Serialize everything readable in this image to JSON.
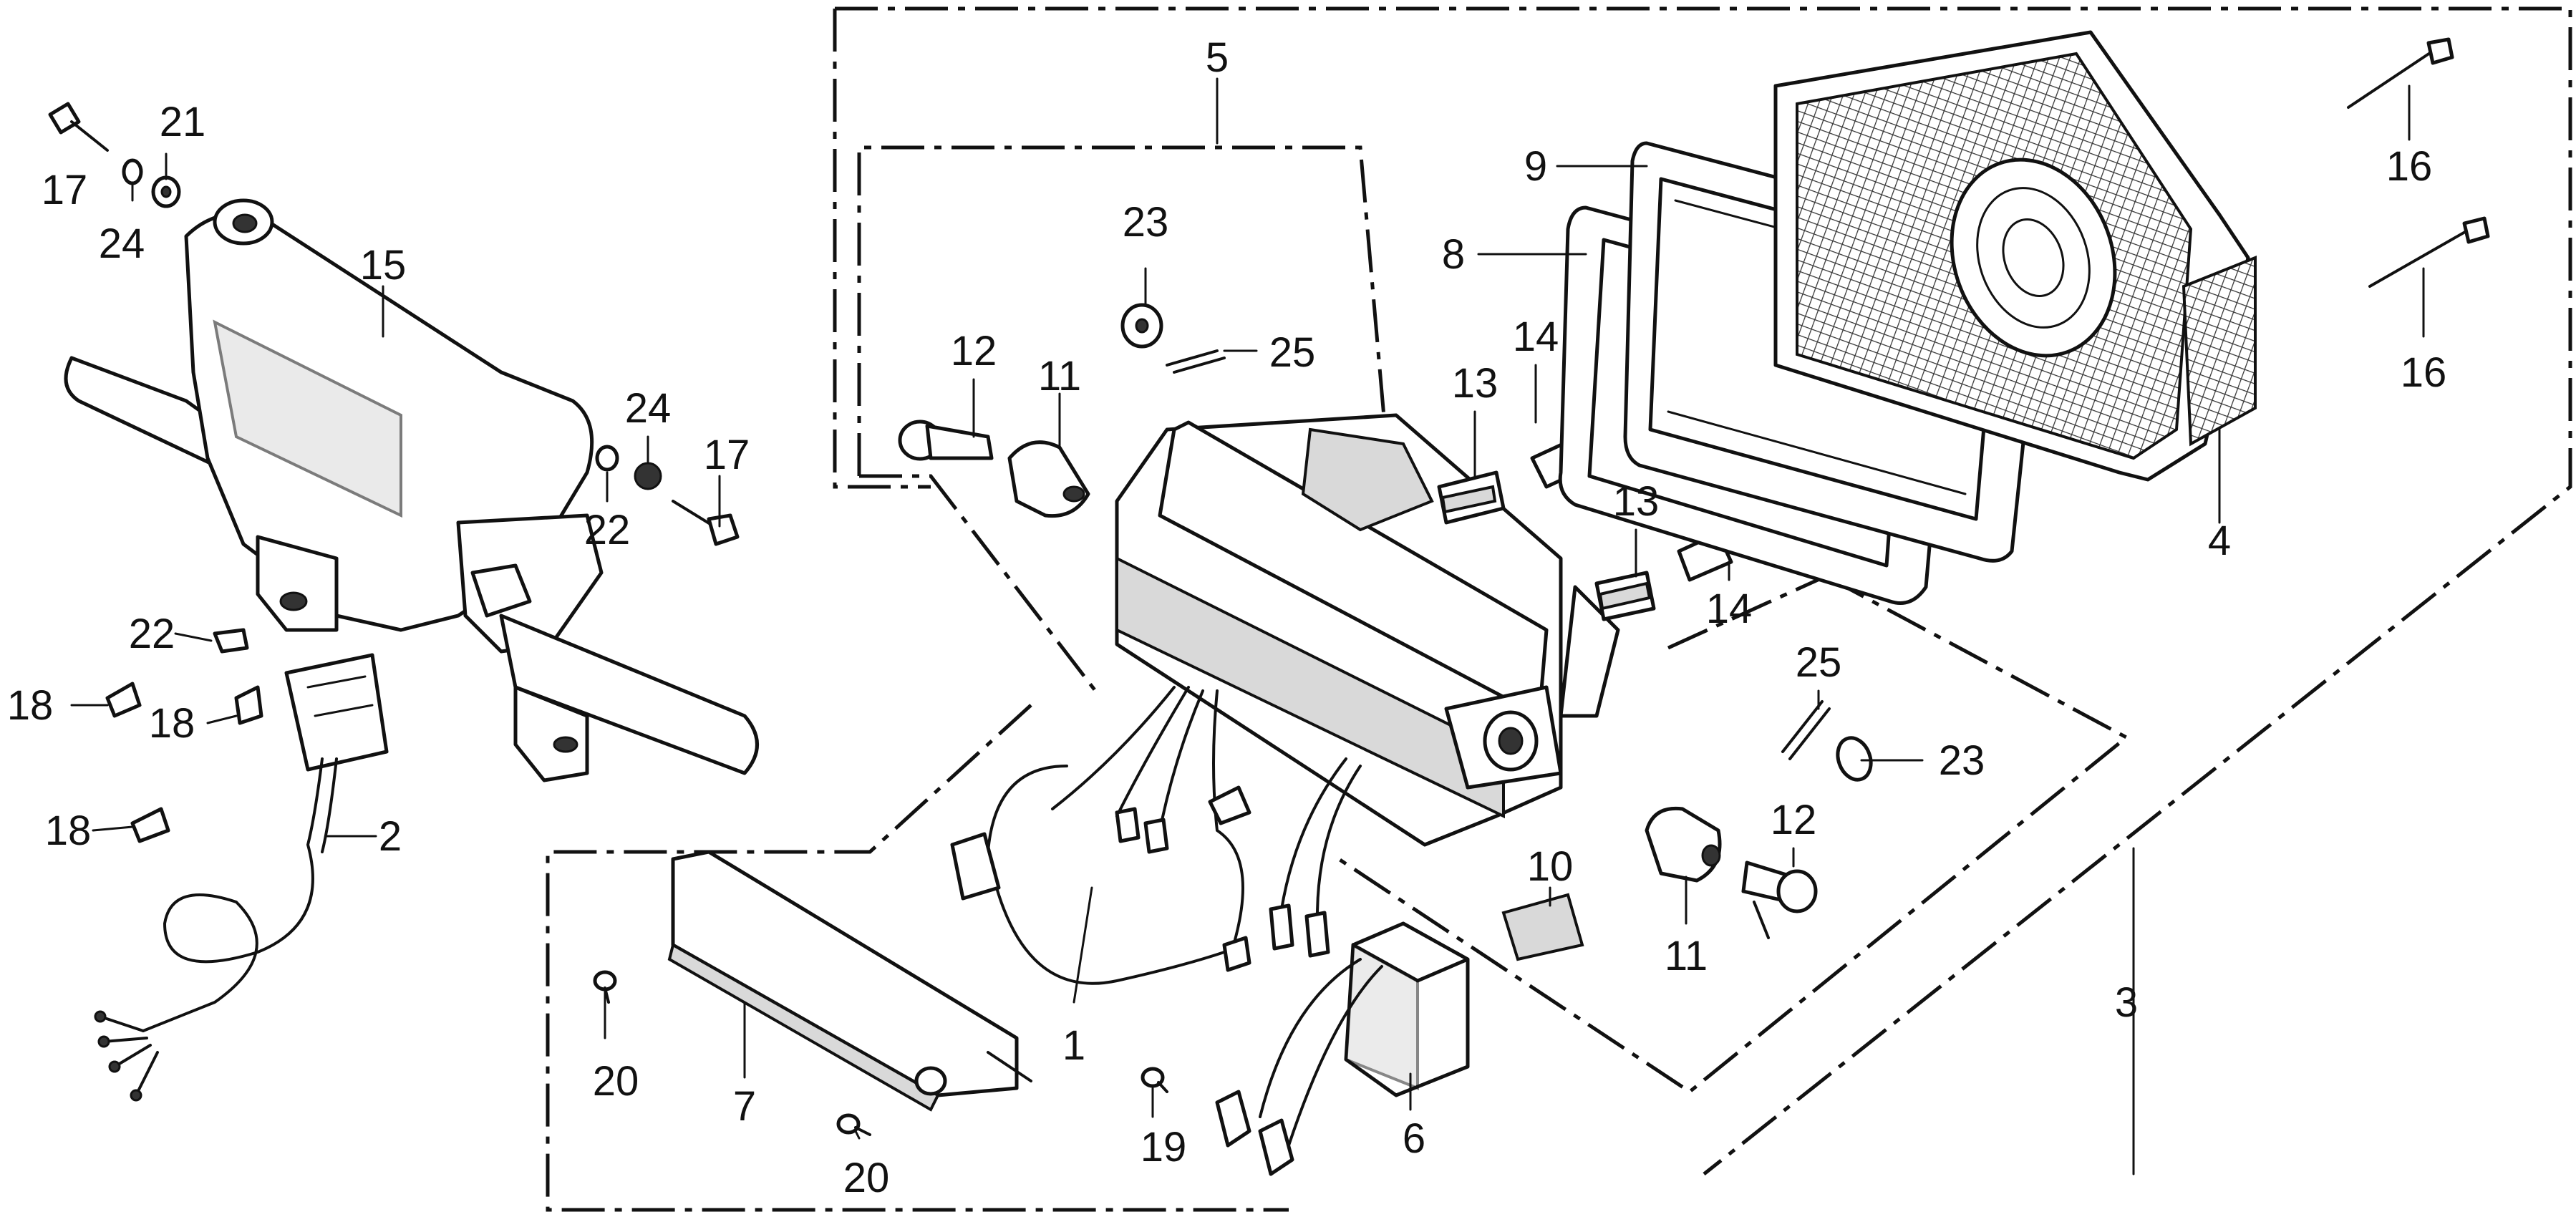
{
  "callouts": [
    {
      "id": "c1",
      "text": "1"
    },
    {
      "id": "c2",
      "text": "2"
    },
    {
      "id": "c3",
      "text": "3"
    },
    {
      "id": "c4",
      "text": "4"
    },
    {
      "id": "c5",
      "text": "5"
    },
    {
      "id": "c6",
      "text": "6"
    },
    {
      "id": "c7",
      "text": "7"
    },
    {
      "id": "c8",
      "text": "8"
    },
    {
      "id": "c9",
      "text": "9"
    },
    {
      "id": "c10",
      "text": "10"
    },
    {
      "id": "c11a",
      "text": "11"
    },
    {
      "id": "c11b",
      "text": "11"
    },
    {
      "id": "c12a",
      "text": "12"
    },
    {
      "id": "c12b",
      "text": "12"
    },
    {
      "id": "c13a",
      "text": "13"
    },
    {
      "id": "c13b",
      "text": "13"
    },
    {
      "id": "c14a",
      "text": "14"
    },
    {
      "id": "c14b",
      "text": "14"
    },
    {
      "id": "c15",
      "text": "15"
    },
    {
      "id": "c16a",
      "text": "16"
    },
    {
      "id": "c16b",
      "text": "16"
    },
    {
      "id": "c17a",
      "text": "17"
    },
    {
      "id": "c17b",
      "text": "17"
    },
    {
      "id": "c18a",
      "text": "18"
    },
    {
      "id": "c18b",
      "text": "18"
    },
    {
      "id": "c18c",
      "text": "18"
    },
    {
      "id": "c19",
      "text": "19"
    },
    {
      "id": "c20a",
      "text": "20"
    },
    {
      "id": "c20b",
      "text": "20"
    },
    {
      "id": "c21",
      "text": "21"
    },
    {
      "id": "c22a",
      "text": "22"
    },
    {
      "id": "c22b",
      "text": "22"
    },
    {
      "id": "c23a",
      "text": "23"
    },
    {
      "id": "c23b",
      "text": "23"
    },
    {
      "id": "c24a",
      "text": "24"
    },
    {
      "id": "c24b",
      "text": "24"
    },
    {
      "id": "c25a",
      "text": "25"
    },
    {
      "id": "c25b",
      "text": "25"
    }
  ]
}
